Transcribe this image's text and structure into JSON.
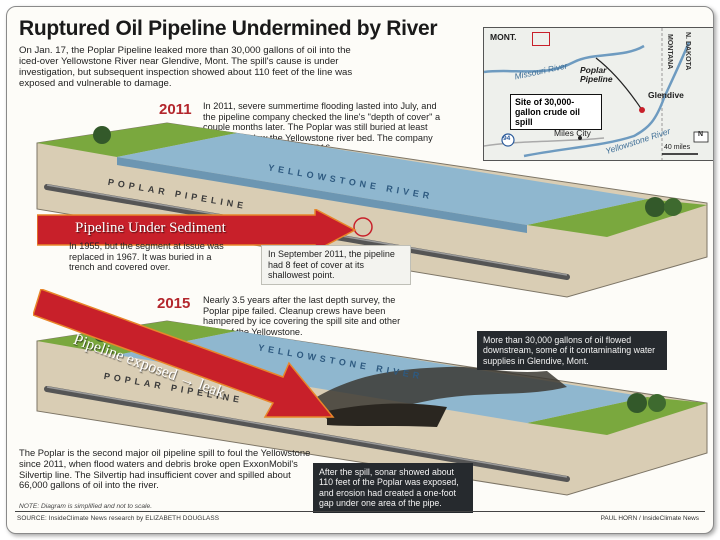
{
  "title": "Ruptured Oil Pipeline Undermined by River",
  "intro": "On Jan. 17, the Poplar Pipeline leaked more than 30,000 gallons of oil into the iced-over Yellowstone River near Glendive, Mont. The spill's cause is under investigation, but subsequent inspection showed about 110 feet of the line was exposed and vulnerable to damage.",
  "section_2011": {
    "year": "2011",
    "text": "In 2011, severe summertime flooding lasted into July, and the pipeline company checked the line's \"depth of cover\" a couple months later. The Poplar was still buried at least eight feet below the Yellowstone river bed. The company planned to check again in 2016.",
    "river_label": "YELLOWSTONE RIVER",
    "pipe_label": "POPLAR PIPELINE",
    "left_note": "In 1955, but the segment at issue was replaced in 1967. It was buried in a trench and covered over.",
    "september_note": "In September 2011, the pipeline had 8 feet of cover at its shallowest point."
  },
  "section_2015": {
    "year": "2015",
    "text": "Nearly 3.5 years after the last depth survey, the Poplar pipe failed. Cleanup crews have been hampered by ice covering the spill site and other parts of the Yellowstone.",
    "river_label": "YELLOWSTONE RIVER",
    "pipe_label": "POPLAR PIPELINE",
    "spill_callout": "More than 30,000 gallons of oil flowed downstream, some of it contaminating water supplies in Glendive, Mont.",
    "sonar_callout": "After the spill, sonar showed about 110 feet of the Poplar was exposed, and erosion had created a one-foot gap under one area of the pipe."
  },
  "bottom_text": "The Poplar is the second major oil pipeline spill to foul the Yellowstone since 2011, when flood waters and debris broke open ExxonMobil's Silvertip line. The Silvertip had insufficient cover and spilled about 66,000 gallons of oil into the river.",
  "note": "NOTE: Diagram is simplified and not to scale.",
  "source": "SOURCE: InsideClimate News research by ELIZABETH DOUGLASS",
  "credit": "PAUL HORN / InsideClimate News",
  "map": {
    "inset_label": "MONT.",
    "state_montana": "MONTANA",
    "state_nd": "N. DAKOTA",
    "missouri_river": "Missouri River",
    "poplar_pipeline": "Poplar Pipeline",
    "site_label": "Site of 30,000-gallon crude oil spill",
    "glendive": "Glendive",
    "miles_city": "Miles City",
    "yellowstone_river": "Yellowstone River",
    "highway": "94",
    "scale": "40 miles",
    "north": "N"
  },
  "annotations": {
    "arrow1": "Pipeline Under Sediment",
    "arrow2": "Pipeline exposed → leak"
  },
  "colors": {
    "arrow_fill": "#c8202a",
    "arrow_stroke": "#e8862a",
    "year_red": "#b3262c",
    "water": "#8fb7cf",
    "grass": "#6f9f3a",
    "soil": "#d9cdb4"
  }
}
